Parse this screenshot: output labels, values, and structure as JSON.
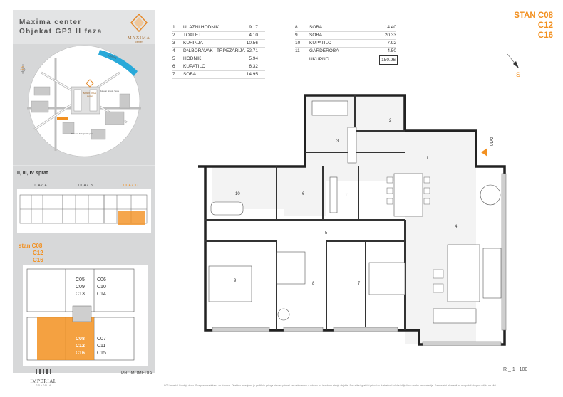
{
  "brand": {
    "line1": "Maxima center",
    "line2": "Objekat GP3 II faza",
    "logo_name": "MAXIMA",
    "logo_sub": "center"
  },
  "map": {
    "compass": "S",
    "logo_name": "MAXIMA",
    "logo_sub": "center",
    "street1": "DUNAV",
    "street2": "Bulevar Mihajla Pupina",
    "street3": "Bulevar Nikole Tesle"
  },
  "floors": {
    "sprat": "II, III, IV sprat",
    "ulaz_a": "ULAZ A",
    "ulaz_b": "ULAZ B",
    "ulaz_c": "ULAZ C",
    "stan_lines": [
      "stan C08",
      "C12",
      "C16"
    ],
    "units_top_left": [
      "C05",
      "C09",
      "C13"
    ],
    "units_top_right": [
      "C06",
      "C10",
      "C14"
    ],
    "units_bottom_left": [
      "C08",
      "C12",
      "C16"
    ],
    "units_bottom_right": [
      "C07",
      "C11",
      "C15"
    ]
  },
  "bottom": {
    "imperial": "IMPERIAL",
    "imperial_sub": "GRADNJA",
    "promomedia": "PROMOMEDIA"
  },
  "rooms_left": [
    {
      "n": "1",
      "name": "ULAZNI HODNIK",
      "area": "9.17"
    },
    {
      "n": "2",
      "name": "TOALET",
      "area": "4.10"
    },
    {
      "n": "3",
      "name": "KUHINJA",
      "area": "10.56"
    },
    {
      "n": "4",
      "name": "DN.BORAVAK I TRPEZARIJA",
      "area": "52.71"
    },
    {
      "n": "5",
      "name": "HODNIK",
      "area": "5.94"
    },
    {
      "n": "6",
      "name": "KUPATILO",
      "area": "6.32"
    },
    {
      "n": "7",
      "name": "SOBA",
      "area": "14.95"
    }
  ],
  "rooms_right": [
    {
      "n": "8",
      "name": "SOBA",
      "area": "14.40"
    },
    {
      "n": "9",
      "name": "SOBA",
      "area": "20.33"
    },
    {
      "n": "10",
      "name": "KUPATILO",
      "area": "7.92"
    },
    {
      "n": "11",
      "name": "GARDEROBA",
      "area": "4.50"
    }
  ],
  "total": {
    "label": "UKUPNO",
    "value": "150.96"
  },
  "stan": {
    "l1": "STAN  C08",
    "l2": "C12",
    "l3": "C16"
  },
  "compass_right": "S",
  "plan": {
    "ulaz": "ULAZ",
    "labels": [
      "1",
      "2",
      "3",
      "4",
      "5",
      "6",
      "7",
      "8",
      "9",
      "10",
      "11"
    ]
  },
  "scale": "R _ 1 : 100",
  "footer": "©02 Imperial Gradnja d.o.o. Sva prava zadržana za stanove. Direktno mesnjene je grafičkih priloga nisu se primeti kao relevantne u odnosu na izvedeno stanje objekta. Sve slike i grafički prilozi su ilustrativni i služe isključivo u svrhu prezentacije. Samostalni elementi ne mogu biti ukupno vidljivi na slici."
}
